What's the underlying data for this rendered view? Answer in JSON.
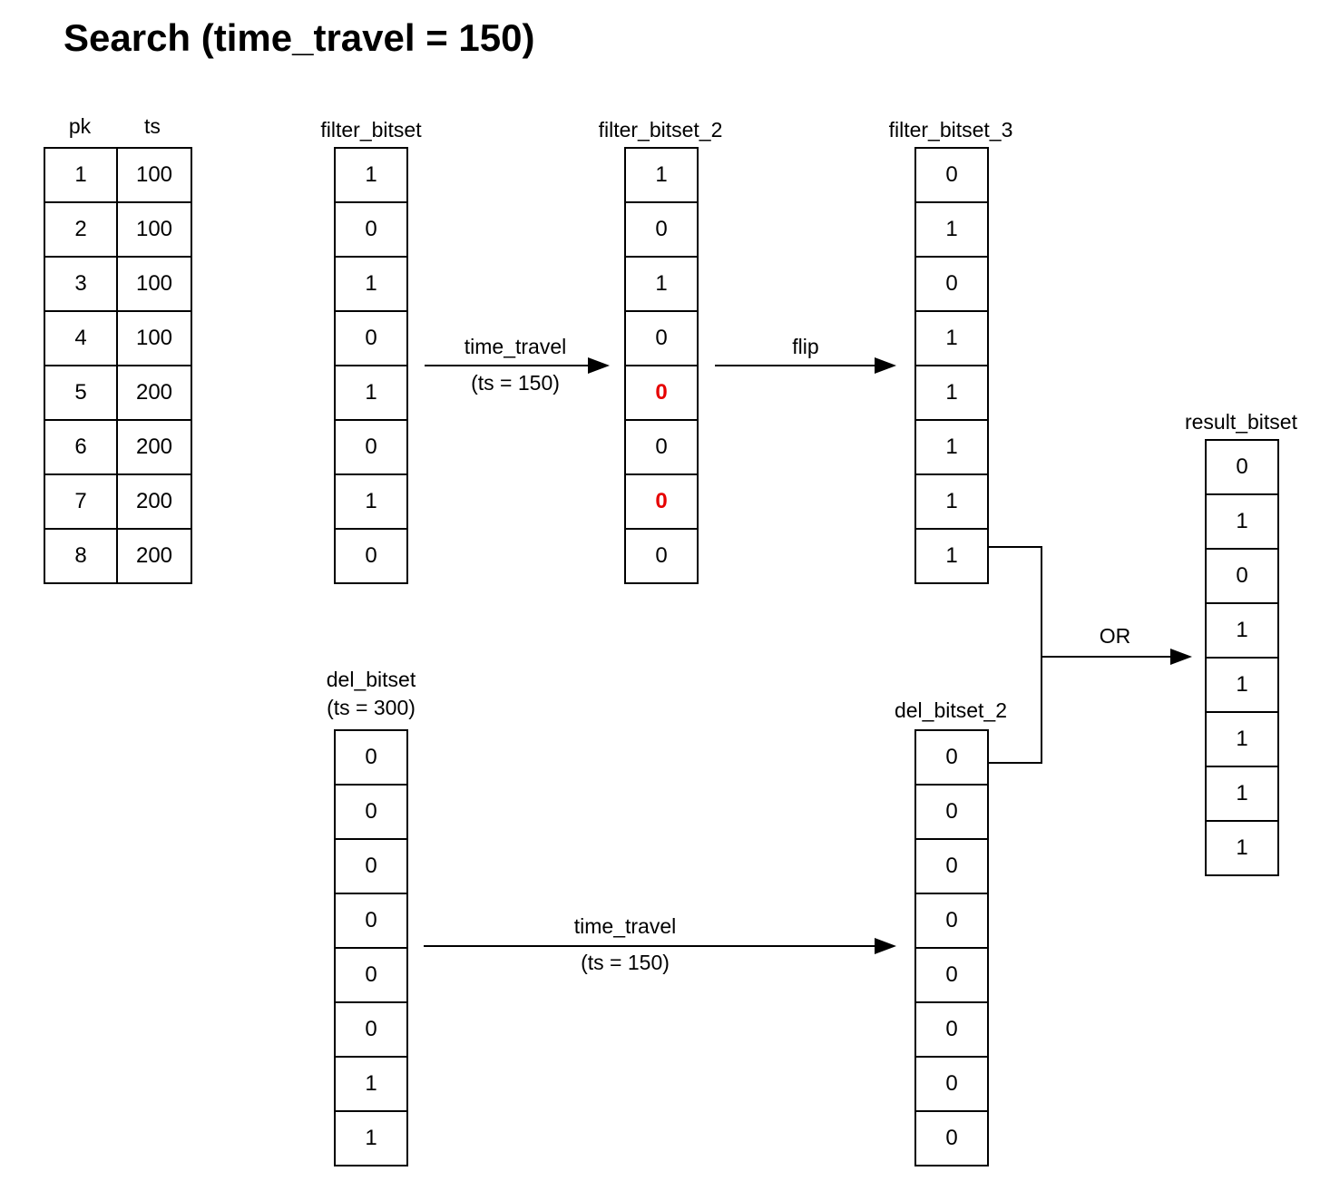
{
  "title": "Search (time_travel = 150)",
  "colors": {
    "highlight_red": "#e60000",
    "line_black": "#000000"
  },
  "table": {
    "headers": [
      "pk",
      "ts"
    ],
    "rows": [
      [
        "1",
        "100"
      ],
      [
        "2",
        "100"
      ],
      [
        "3",
        "100"
      ],
      [
        "4",
        "100"
      ],
      [
        "5",
        "200"
      ],
      [
        "6",
        "200"
      ],
      [
        "7",
        "200"
      ],
      [
        "8",
        "200"
      ]
    ]
  },
  "bitsets": {
    "filter_bitset": {
      "label": "filter_bitset",
      "values": [
        "1",
        "0",
        "1",
        "0",
        "1",
        "0",
        "1",
        "0"
      ]
    },
    "filter_bitset_2": {
      "label": "filter_bitset_2",
      "values": [
        "1",
        "0",
        "1",
        "0",
        "0",
        "0",
        "0",
        "0"
      ],
      "red_indices": [
        4,
        6
      ]
    },
    "filter_bitset_3": {
      "label": "filter_bitset_3",
      "values": [
        "0",
        "1",
        "0",
        "1",
        "1",
        "1",
        "1",
        "1"
      ]
    },
    "result_bitset": {
      "label": "result_bitset",
      "values": [
        "0",
        "1",
        "0",
        "1",
        "1",
        "1",
        "1",
        "1"
      ]
    },
    "del_bitset": {
      "label": "del_bitset",
      "sublabel": "(ts = 300)",
      "values": [
        "0",
        "0",
        "0",
        "0",
        "0",
        "0",
        "1",
        "1"
      ]
    },
    "del_bitset_2": {
      "label": "del_bitset_2",
      "values": [
        "0",
        "0",
        "0",
        "0",
        "0",
        "0",
        "0",
        "0"
      ]
    }
  },
  "arrows": {
    "time_travel_top": {
      "label": "time_travel",
      "sublabel": "(ts = 150)"
    },
    "flip": {
      "label": "flip"
    },
    "or": {
      "label": "OR"
    },
    "time_travel_bottom": {
      "label": "time_travel",
      "sublabel": "(ts = 150)"
    }
  }
}
